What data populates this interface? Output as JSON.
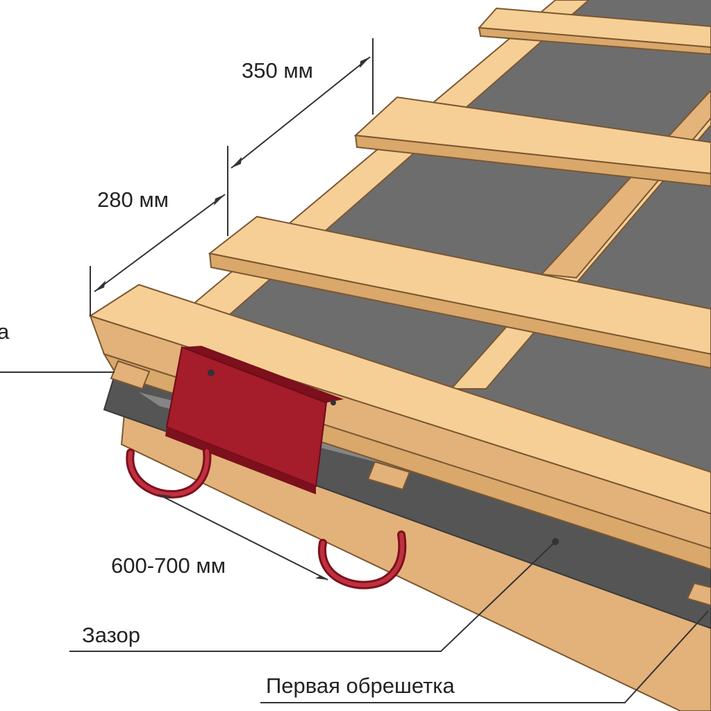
{
  "labels": {
    "batten_spacing_top": "350 мм",
    "batten_spacing_bottom": "280 мм",
    "hook_spacing": "600-700 мм",
    "gap": "Зазор",
    "first_batten": "Первая обрешетка",
    "cut_off_left": "а"
  },
  "colors": {
    "wood_face": "#f6cf96",
    "wood_side": "#d9a86a",
    "wood_outline": "#7a5632",
    "membrane": "#6d6d6d",
    "membrane_dark": "#4b4b4b",
    "membrane_light": "#9a9a9a",
    "drip_edge": "#a51c2a",
    "drip_edge_dark": "#7c101c",
    "gutter_hook": "#a51c2a",
    "leader_line": "#333333",
    "text": "#222222"
  },
  "icons": {
    "gutter_hook": "gutter-hook-icon",
    "drip_edge": "drip-edge-plate"
  }
}
